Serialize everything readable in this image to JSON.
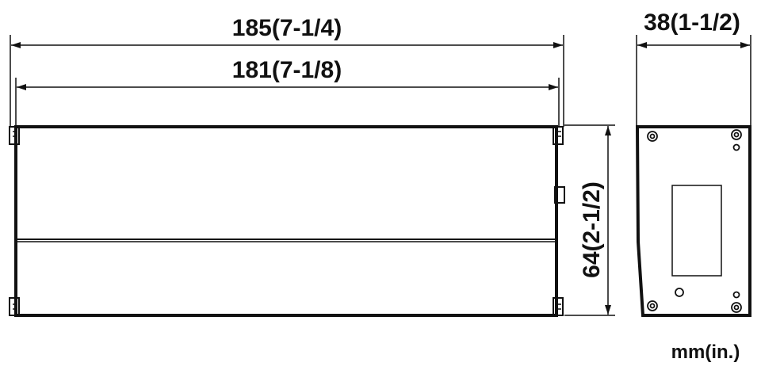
{
  "title": "Product dimension drawing",
  "dimensions": {
    "overall_width": "185(7-1/4)",
    "body_width": "181(7-1/8)",
    "height": "64(2-1/2)",
    "depth": "38(1-1/2)"
  },
  "units_label": "mm(in.)",
  "colors": {
    "line": "#111111",
    "background": "#ffffff"
  }
}
